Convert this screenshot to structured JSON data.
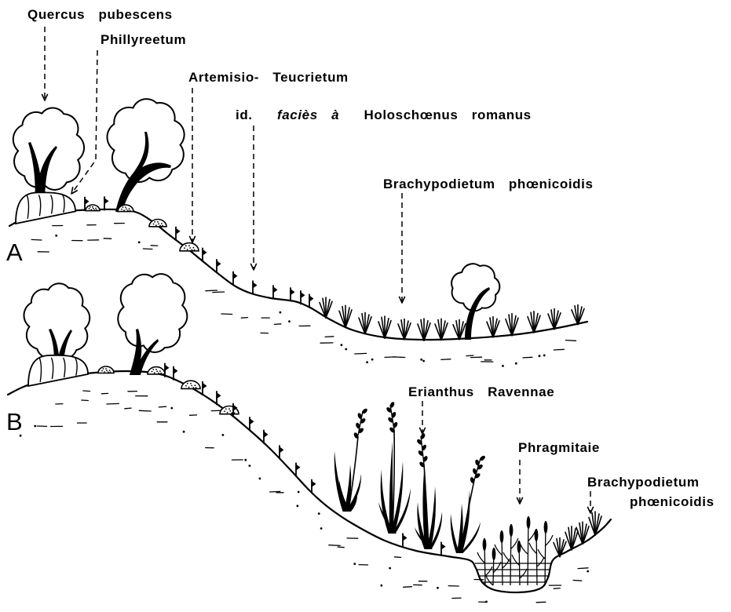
{
  "labels": {
    "quercus": "Quercus pubescens",
    "phillyreetum": "Phillyreetum",
    "artemisio": "Artemisio- Teucrietum",
    "facies": {
      "prefix": "id.",
      "italic": "faciès à",
      "taxon": "Holoschœnus romanus"
    },
    "brachypodietum_a": "Brachypodietum phœnicoidis",
    "erianthus": "Erianthus Ravennae",
    "phragmitaie": "Phragmitaie",
    "brachypodietum_b": {
      "line1": "Brachypodietum",
      "line2": "phœnicoidis"
    }
  },
  "panels": {
    "a": "A",
    "b": "B"
  },
  "colors": {
    "ink": "#000000",
    "paper": "#ffffff"
  }
}
